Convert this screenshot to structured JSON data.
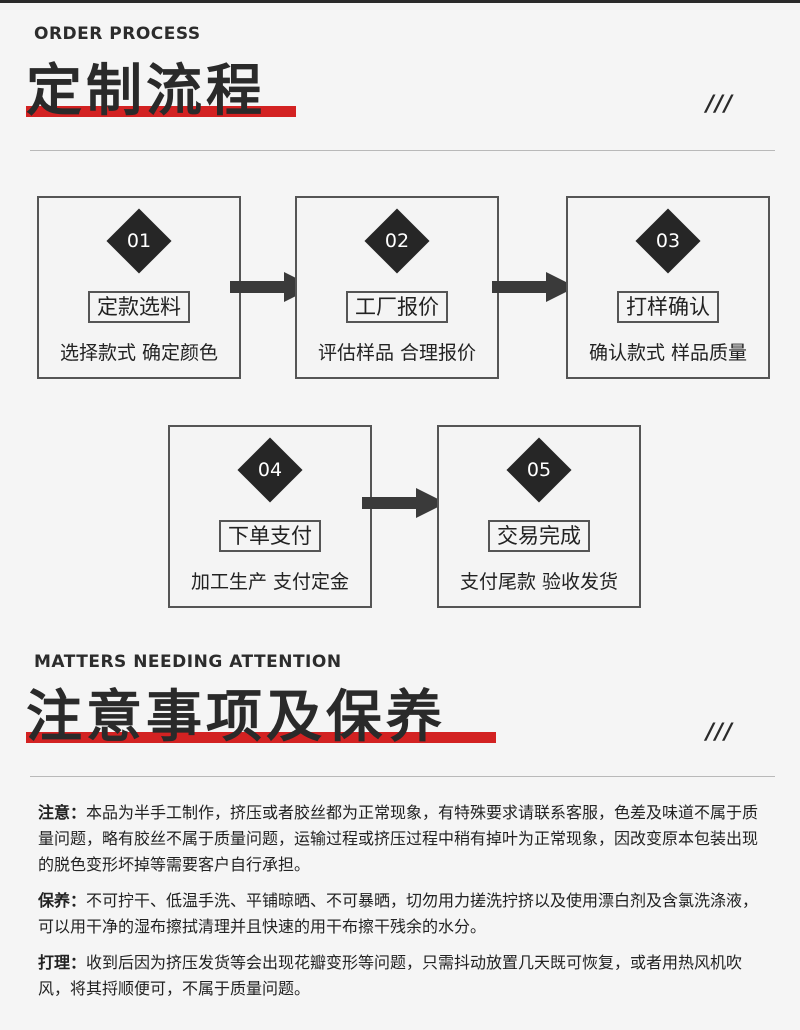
{
  "section1": {
    "eyebrow": "ORDER PROCESS",
    "title": "定制流程",
    "slashes": "///"
  },
  "steps": [
    {
      "num": "01",
      "tag": "定款选料",
      "desc": "选择款式 确定颜色"
    },
    {
      "num": "02",
      "tag": "工厂报价",
      "desc": "评估样品 合理报价"
    },
    {
      "num": "03",
      "tag": "打样确认",
      "desc": "确认款式 样品质量"
    },
    {
      "num": "04",
      "tag": "下单支付",
      "desc": "加工生产 支付定金"
    },
    {
      "num": "05",
      "tag": "交易完成",
      "desc": "支付尾款 验收发货"
    }
  ],
  "section2": {
    "eyebrow": "MATTERS NEEDING ATTENTION",
    "title": "注意事项及保养",
    "slashes": "///"
  },
  "notes": [
    {
      "label": "注意：",
      "text": "本品为半手工制作，挤压或者胶丝都为正常现象，有特殊要求请联系客服，色差及味道不属于质量问题，略有胶丝不属于质量问题，运输过程或挤压过程中稍有掉叶为正常现象，因改变原本包装出现的脱色变形坏掉等需要客户自行承担。"
    },
    {
      "label": "保养：",
      "text": "不可拧干、低温手洗、平铺晾晒、不可暴晒，切勿用力搓洗拧挤以及使用漂白剂及含氯洗涤液，可以用干净的湿布擦拭清理并且快速的用干布擦干残余的水分。"
    },
    {
      "label": "打理：",
      "text": "收到后因为挤压发货等会出现花瓣变形等问题，只需抖动放置几天既可恢复，或者用热风机吹风，将其捋顺便可，不属于质量问题。"
    }
  ],
  "colors": {
    "accent": "#d32222",
    "dark": "#262626"
  }
}
